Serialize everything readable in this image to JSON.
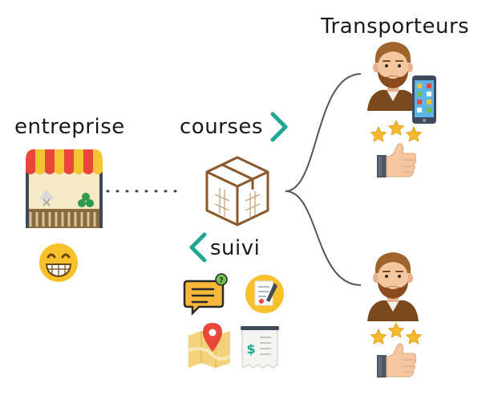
{
  "labels": {
    "transporters": "Transporteurs",
    "company": "entreprise",
    "orders": "courses",
    "tracking": "suivi"
  },
  "colors": {
    "accent_teal": "#1fa792",
    "connector": "#555555",
    "star": "#f5b82e",
    "box": "#8b5a2b",
    "awning_red": "#e8473a",
    "awning_yellow": "#f4c532",
    "skin": "#f4c7a1",
    "hair": "#a0652d",
    "beard": "#8a4b1f",
    "shirt": "#7a4a1e",
    "phone": "#3d4b5c",
    "emoji": "#f7c12b",
    "pin": "#e8473a"
  },
  "icons": {
    "company": [
      "shop-icon",
      "grin-emoji-icon"
    ],
    "orders": [
      "parcel-box-icon",
      "chevron-right-icon"
    ],
    "tracking": [
      "chevron-left-icon",
      "chat-notification-icon",
      "document-icon",
      "map-pin-icon",
      "receipt-icon"
    ],
    "transporters": [
      "courier-avatar-icon",
      "smartphone-icon",
      "star-rating-icon",
      "thumbs-up-icon"
    ]
  },
  "rating": {
    "stars": 3,
    "max": 3
  }
}
